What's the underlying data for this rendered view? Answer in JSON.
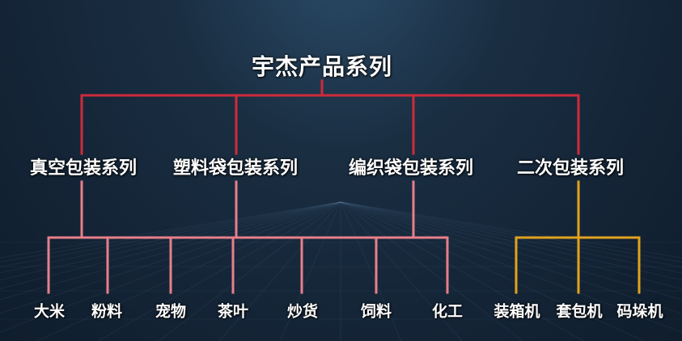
{
  "colors": {
    "red_line": "#cf2b3a",
    "pink_line": "#e87f8a",
    "gold_line": "#e2a21e",
    "text": "#ffffff"
  },
  "root": {
    "label": "宇杰产品系列"
  },
  "series": [
    {
      "key": "vacuum",
      "label": "真空包装系列",
      "products": [
        "大米",
        "粉料"
      ]
    },
    {
      "key": "plastic",
      "label": "塑料袋包装系列",
      "products": [
        "宠物",
        "茶叶",
        "炒货"
      ]
    },
    {
      "key": "woven",
      "label": "编织袋包装系列",
      "products": [
        "饲料",
        "化工"
      ]
    },
    {
      "key": "secondary",
      "label": "二次包装系列",
      "products": [
        "装箱机",
        "套包机",
        "码垛机"
      ]
    }
  ]
}
